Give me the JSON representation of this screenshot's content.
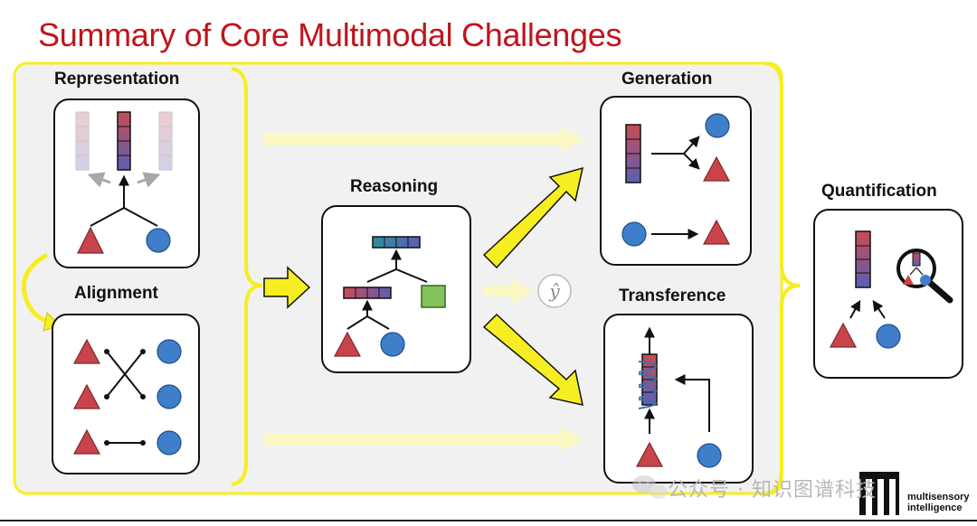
{
  "slide": {
    "title": "Summary of Core Multimodal Challenges"
  },
  "modules": {
    "representation": "Representation",
    "alignment": "Alignment",
    "reasoning": "Reasoning",
    "generation": "Generation",
    "transference": "Transference",
    "quantification": "Quantification"
  },
  "output_symbol": "ŷ",
  "watermark": "公众号 · 知识图谱科技",
  "brand": {
    "line1": "multisensory",
    "line2": "intelligence"
  },
  "colors": {
    "title": "#c0141b",
    "highlight_yellow": "#f6ee22",
    "pale_yellow": "#fbf8c4",
    "panel_gray": "#f1f1f1",
    "triangle_red": "#c9444a",
    "circle_blue": "#3f7ec9",
    "square_green": "#84c25b"
  }
}
